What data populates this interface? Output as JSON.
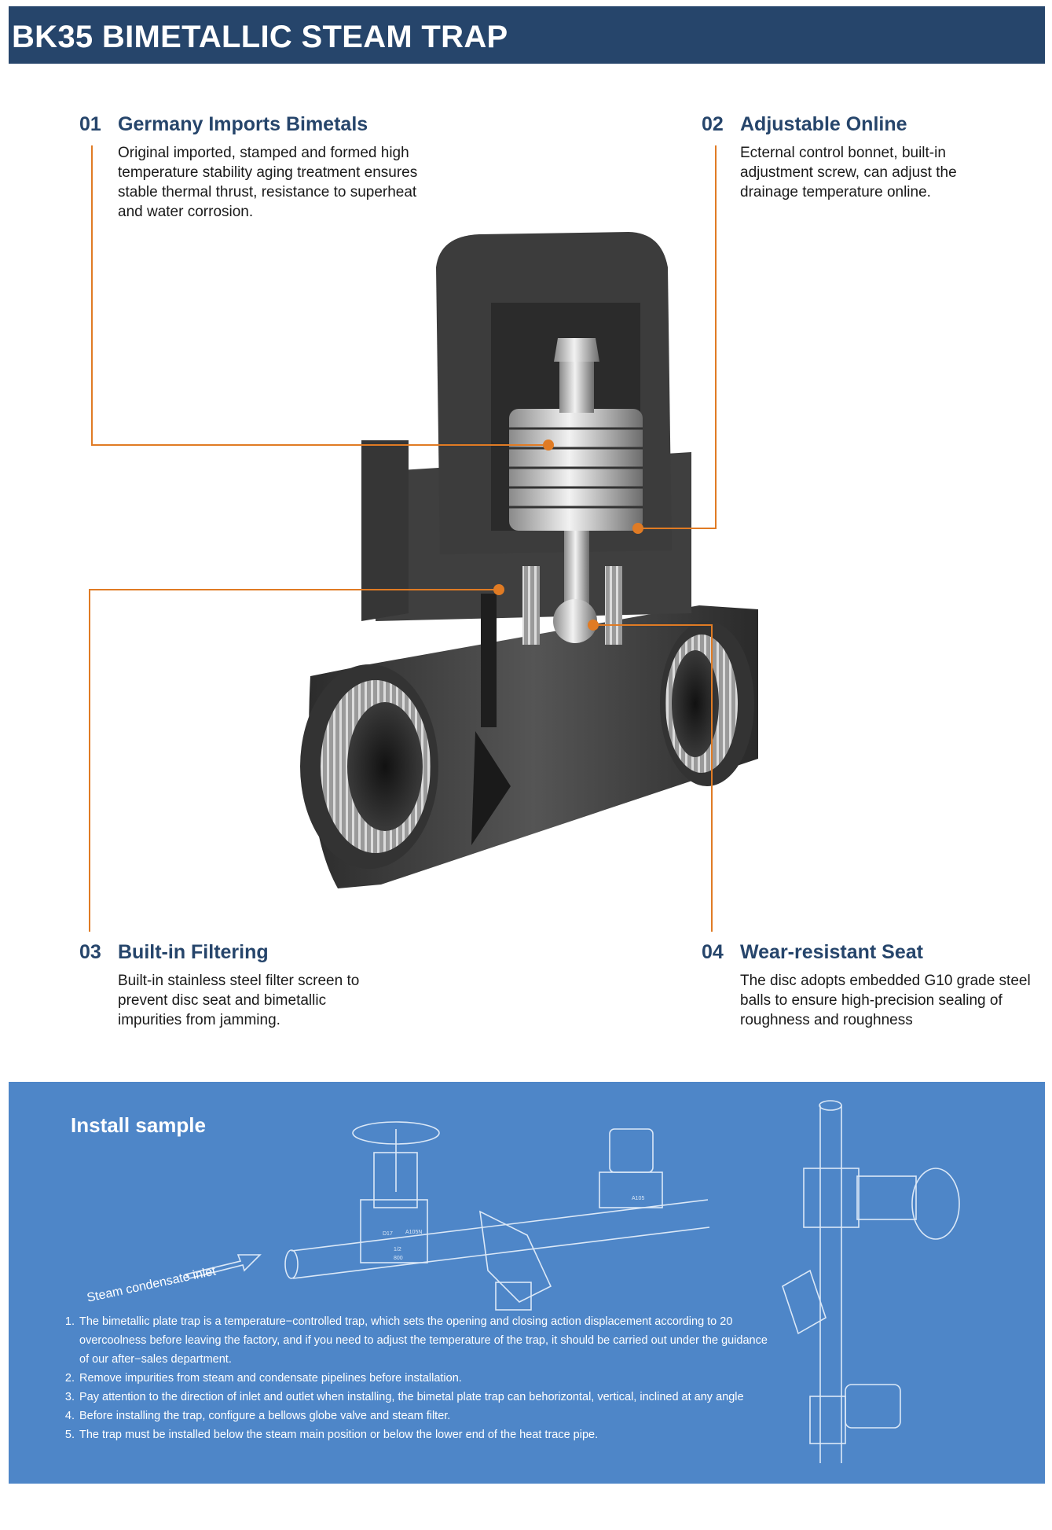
{
  "title": "BK35 BIMETALLIC STEAM TRAP",
  "features": [
    {
      "num": "01",
      "heading": "Germany Imports Bimetals",
      "text": "Original imported, stamped and formed high temperature stability aging treatment ensures stable thermal thrust, resistance to superheat and water corrosion."
    },
    {
      "num": "02",
      "heading": "Adjustable Online",
      "text": "Ecternal control bonnet, built-in adjustment screw, can adjust the drainage temperature online."
    },
    {
      "num": "03",
      "heading": "Built-in Filtering",
      "text": "Built-in stainless steel filter screen to prevent disc seat and bimetallic impurities from jamming."
    },
    {
      "num": "04",
      "heading": "Wear-resistant Seat",
      "text": "The disc adopts embedded G10 grade steel balls to ensure high-precision sealing of roughness and roughness"
    }
  ],
  "install": {
    "title": "Install sample",
    "inlet_label": "Steam condensate inlet",
    "notes": [
      "The bimetallic plate trap is a temperature−controlled trap, which sets the opening and closing action displacement according to 20 overcoolness before leaving the factory, and if you need to adjust the temperature of the trap, it should be carried out under the guidance of our after−sales department.",
      "Remove impurities from steam and condensate pipelines before installation.",
      "Pay attention to the direction of inlet and outlet when installing, the bimetal plate trap can behorizontal, vertical, inclined at any angle",
      "Before installing the trap, configure a bellows globe valve and steam filter.",
      "The trap must be installed below the steam main position or below the lower end of the heat trace pipe."
    ],
    "valve_marks": [
      "D17",
      "A105N",
      "1/2",
      "800",
      "A105"
    ]
  },
  "colors": {
    "header": "#26456b",
    "accent": "#e07b24",
    "install_bg": "#4e86c8",
    "body_metal": "#4a4a4a"
  }
}
